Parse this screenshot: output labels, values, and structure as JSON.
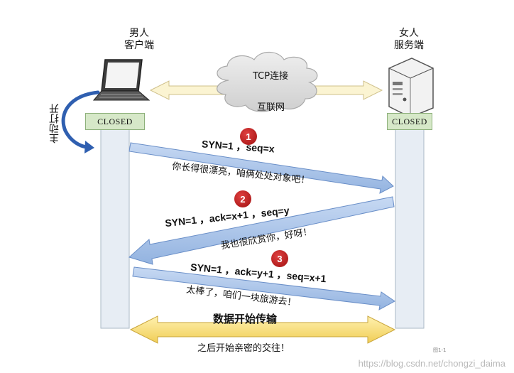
{
  "client": {
    "label_line1": "男人",
    "label_line2": "客户端",
    "state": "CLOSED"
  },
  "server": {
    "label_line1": "女人",
    "label_line2": "服务端",
    "state": "CLOSED"
  },
  "network": {
    "protocol": "TCP连接",
    "internet": "互联网"
  },
  "active_open": "主动打开",
  "steps": [
    {
      "number": "1",
      "seq_text": "SYN=1 ，seq=x",
      "message": "你长得很漂亮，咱俩处处对象吧！"
    },
    {
      "number": "2",
      "seq_text": "SYN=1 ，ack=x+1 ，seq=y",
      "message": "我也很欣赏你，好呀！"
    },
    {
      "number": "3",
      "seq_text": "SYN=1 ，ack=y+1 ，seq=x+1",
      "message": "太棒了，咱们一块旅游去！"
    }
  ],
  "transfer": {
    "title": "数据开始传输",
    "subtitle": "之后开始亲密的交往！"
  },
  "corner_mark": "图1-1",
  "watermark": "https://blog.csdn.net/chongzi_daima",
  "colors": {
    "state_fill": "#d6e8c8",
    "arrow_blue": "#a9c4ea",
    "arrow_yellow": "#f6dc80",
    "step_red": "#c01818"
  }
}
